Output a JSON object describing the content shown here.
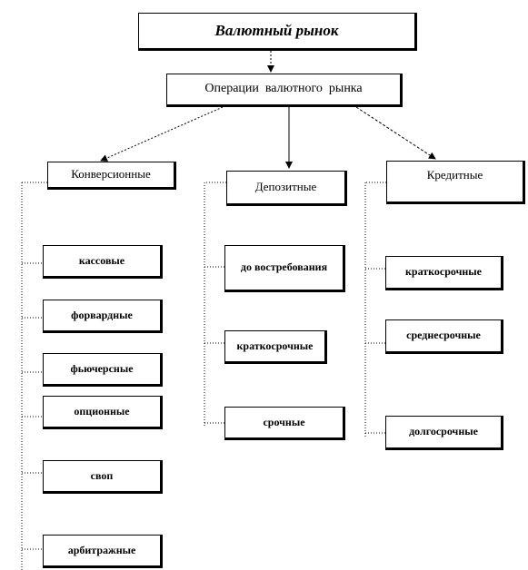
{
  "root": "Валютный рынок",
  "operations": "Операции  валютного  рынка",
  "categories": [
    {
      "label": "Конверсионные",
      "items": [
        "кассовые",
        "форвардные",
        "фьючерсные",
        "опционные",
        "своп",
        "арбитражные"
      ]
    },
    {
      "label": "Депозитные",
      "items": [
        "до востребования",
        "краткосрочные",
        "срочные"
      ]
    },
    {
      "label": "Кредитные",
      "items": [
        "краткосрочные",
        "среднесрочные",
        "долгосрочные"
      ]
    }
  ]
}
